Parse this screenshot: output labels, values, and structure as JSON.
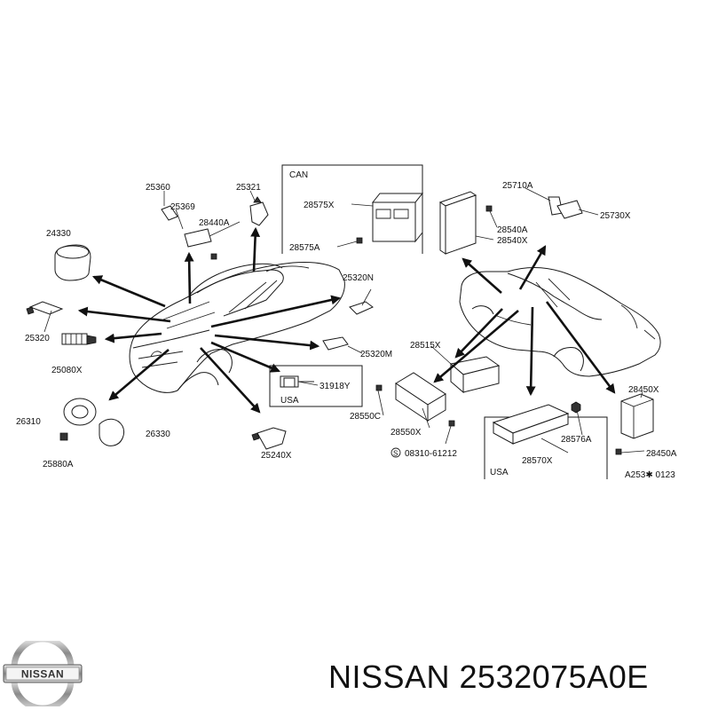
{
  "diagram": {
    "section_labels": {
      "can": "CAN",
      "usa_1": "USA",
      "usa_2": "USA"
    },
    "part_labels": [
      "25360",
      "25369",
      "25321",
      "28440A",
      "24330",
      "25320",
      "25080X",
      "25320N",
      "25320M",
      "31918Y",
      "26310",
      "26330",
      "25880A",
      "25240X",
      "28575X",
      "28575A",
      "28550C",
      "28550X",
      "08310-61212",
      "28515X",
      "25710A",
      "25730X",
      "28540A",
      "28540X",
      "28576A",
      "28570X",
      "28450X",
      "28450A"
    ],
    "figure_code": "A253✱ 0123"
  },
  "footer": {
    "brand": "NISSAN",
    "title": "NISSAN 2532075A0E"
  }
}
